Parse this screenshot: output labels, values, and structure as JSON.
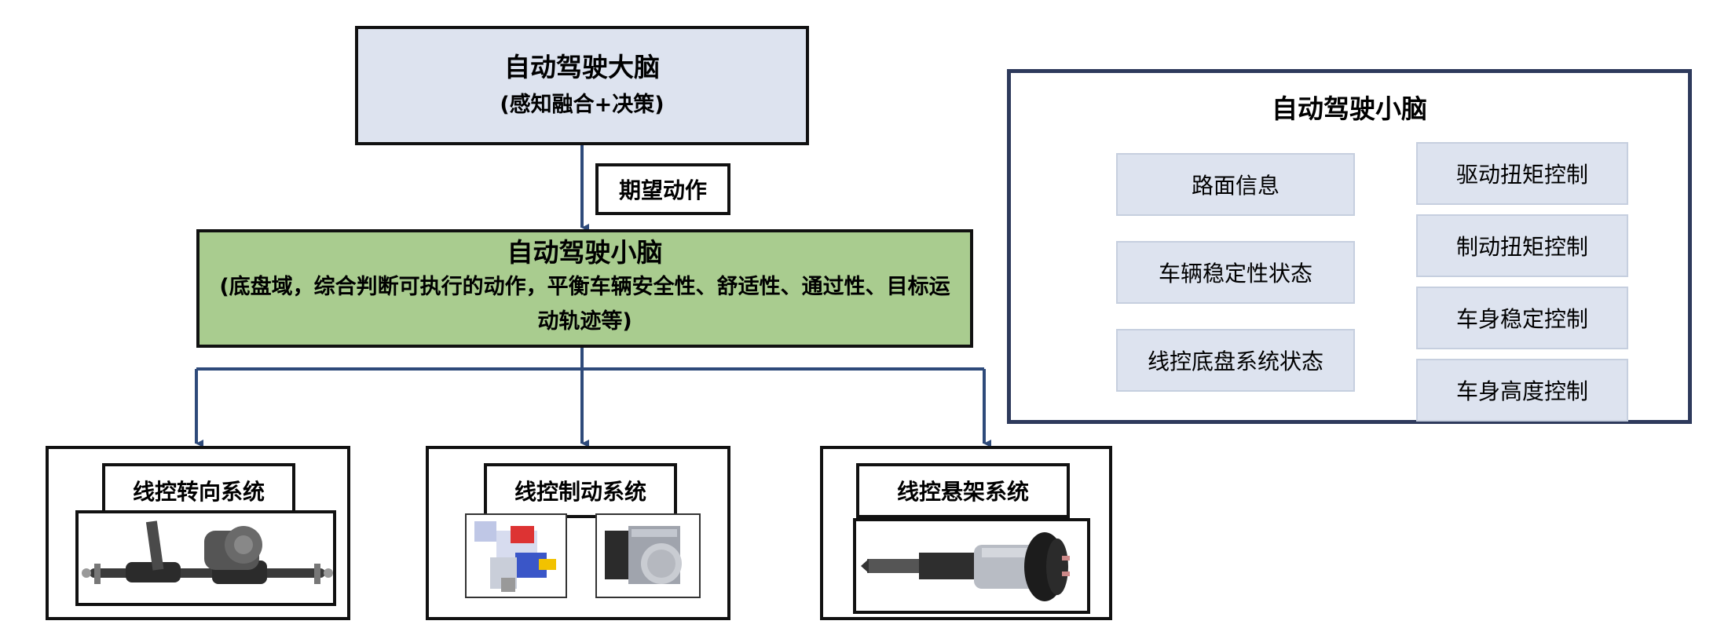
{
  "brain": {
    "title": "自动驾驶大脑",
    "subtitle": "(感知融合+决策)"
  },
  "arrow_label": "期望动作",
  "cerebellum": {
    "title": "自动驾驶小脑",
    "description": "(底盘域，综合判断可执行的动作，平衡车辆安全性、舒适性、通过性、目标运动轨迹等)"
  },
  "systems": [
    {
      "label": "线控转向系统"
    },
    {
      "label": "线控制动系统"
    },
    {
      "label": "线控悬架系统"
    }
  ],
  "panel": {
    "title": "自动驾驶小脑",
    "inputs": [
      "路面信息",
      "车辆稳定性状态",
      "线控底盘系统状态"
    ],
    "outputs": [
      "驱动扭矩控制",
      "制动扭矩控制",
      "车身稳定控制",
      "车身高度控制"
    ]
  },
  "colors": {
    "brain_fill": "#dde3ef",
    "cerebellum_fill": "#a9cc8f",
    "arrow": "#2e4a7a",
    "panel_border": "#2e3a5c"
  }
}
